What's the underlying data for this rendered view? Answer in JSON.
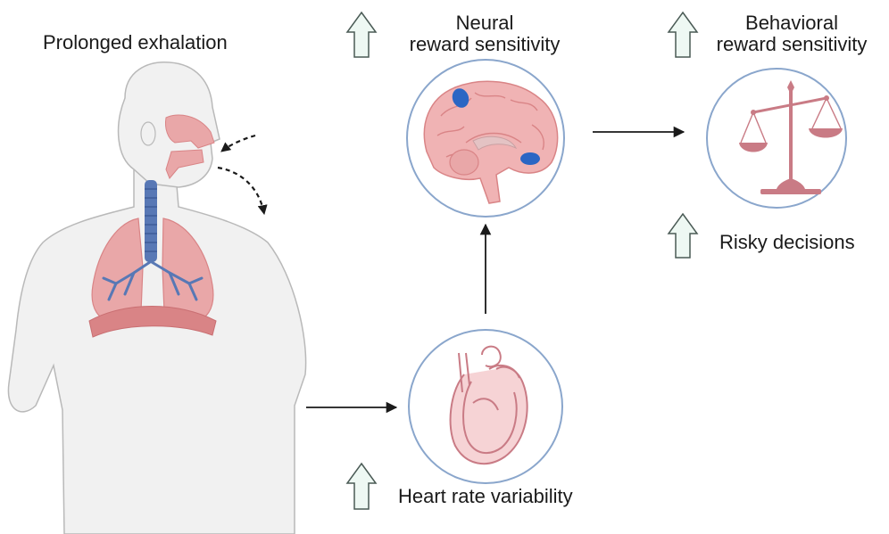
{
  "labels": {
    "prolonged_exhalation": "Prolonged exhalation",
    "neural_line1": "Neural",
    "neural_line2": "reward sensitivity",
    "behavioral_line1": "Behavioral",
    "behavioral_line2": "reward sensitivity",
    "risky_decisions": "Risky decisions",
    "heart_rate_variability": "Heart rate variability"
  },
  "icons": {
    "increase_arrow": "up-arrow-icon",
    "body": "respiratory-body-icon",
    "brain": "brain-icon",
    "heart": "heart-icon",
    "scale": "balance-scale-icon"
  },
  "colors": {
    "circle_border": "#8aa6cc",
    "organ_pink": "#e9a7a8",
    "organ_dark": "#d98486",
    "trachea_blue": "#5878b5",
    "brain_highlight": "#2b66c4",
    "scale_pink": "#c97b85",
    "up_arrow_fill": "#eef8f3",
    "up_arrow_stroke": "#4a5a55",
    "body_fill": "#f1f1f1",
    "body_stroke": "#b9b9b9"
  }
}
